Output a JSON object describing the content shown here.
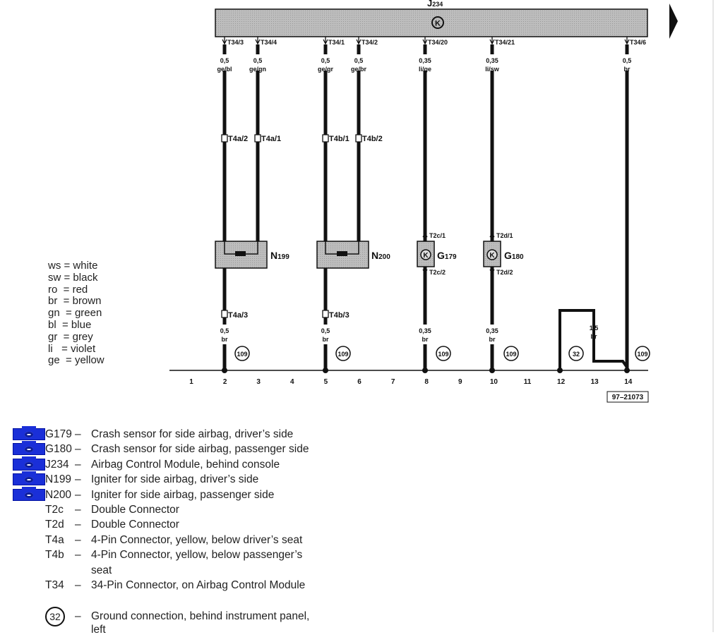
{
  "module": {
    "label": "J",
    "sub": "234",
    "symbol": "K"
  },
  "top_wires": [
    {
      "pin": "T34/3",
      "size": "0,5",
      "color": "ge/bl"
    },
    {
      "pin": "T34/4",
      "size": "0,5",
      "color": "ge/gn"
    },
    {
      "pin": "T34/1",
      "size": "0,5",
      "color": "ge/gr"
    },
    {
      "pin": "T34/2",
      "size": "0,5",
      "color": "ge/br"
    },
    {
      "pin": "T34/20",
      "size": "0,35",
      "color": "li/ge"
    },
    {
      "pin": "T34/21",
      "size": "0,35",
      "color": "li/sw"
    },
    {
      "pin": "T34/6",
      "size": "0,5",
      "color": "br"
    }
  ],
  "connectors": [
    "T4a/2",
    "T4a/1",
    "T4b/1",
    "T4b/2"
  ],
  "components": {
    "n199": {
      "label": "N",
      "sub": "199"
    },
    "n200": {
      "label": "N",
      "sub": "200"
    },
    "g179": {
      "label": "G",
      "sub": "179",
      "pin_top": "T2c/1",
      "pin_bottom": "T2c/2"
    },
    "g180": {
      "label": "G",
      "sub": "180",
      "pin_top": "T2d/1",
      "pin_bottom": "T2d/2"
    }
  },
  "lower_connectors": [
    "T4a/3",
    "T4b/3"
  ],
  "lower_wires": [
    {
      "size": "0,5",
      "color": "br"
    },
    {
      "size": "0,5",
      "color": "br"
    },
    {
      "size": "0,35",
      "color": "br"
    },
    {
      "size": "0,35",
      "color": "br"
    },
    {
      "size": "1,5",
      "color": "br"
    }
  ],
  "grounds": [
    "109",
    "109",
    "109",
    "109",
    "32",
    "109"
  ],
  "track_numbers": [
    "1",
    "2",
    "3",
    "4",
    "5",
    "6",
    "7",
    "8",
    "9",
    "10",
    "11",
    "12",
    "13",
    "14"
  ],
  "figure_id": "97–21073",
  "color_legend": [
    "ws = white",
    "sw = black",
    "ro  = red",
    "br  = brown",
    "gn  = green",
    "bl  = blue",
    "gr  = grey",
    "li   = violet",
    "ge  = yellow"
  ],
  "parts": [
    {
      "code": "G179",
      "desc": "Crash sensor for side airbag, driver’s side",
      "camera": true
    },
    {
      "code": "G180",
      "desc": "Crash sensor for side airbag, passenger side",
      "camera": true
    },
    {
      "code": "J234",
      "desc": "Airbag Control Module, behind console",
      "camera": true
    },
    {
      "code": "N199",
      "desc": "Igniter for side airbag, driver’s side",
      "camera": true
    },
    {
      "code": "N200",
      "desc": "Igniter for side airbag, passenger side",
      "camera": true
    },
    {
      "code": "T2c",
      "desc": "Double Connector",
      "camera": false
    },
    {
      "code": "T2d",
      "desc": "Double Connector",
      "camera": false
    },
    {
      "code": "T4a",
      "desc": "4-Pin Connector, yellow, below driver’s seat",
      "camera": false
    },
    {
      "code": "T4b",
      "desc": "4-Pin Connector, yellow, below passenger’s",
      "desc2": "seat",
      "camera": false
    },
    {
      "code": "T34",
      "desc": "34-Pin Connector, on Airbag Control Module",
      "camera": false
    }
  ],
  "ground_note": {
    "code": "32",
    "desc": "Ground connection, behind instrument panel,",
    "desc2": "left"
  },
  "dash": "–"
}
